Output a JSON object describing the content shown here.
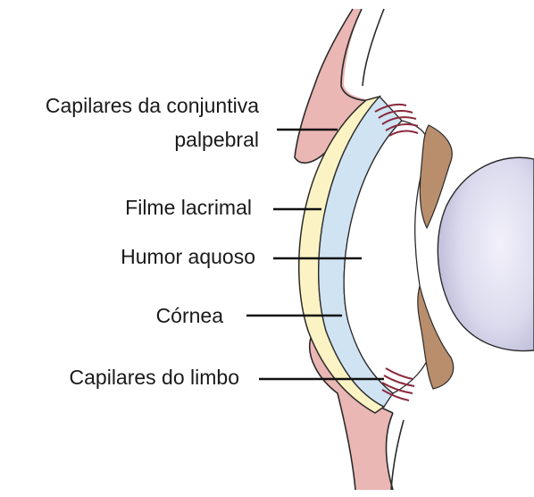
{
  "labels": {
    "conjunctival_capillaries_line1": "Capilares da conjuntiva",
    "conjunctival_capillaries_line2": "palpebral",
    "tear_film": "Filme lacrimal",
    "aqueous_humor": "Humor aquoso",
    "cornea": "Córnea",
    "limbal_capillaries": "Capilares do limbo"
  },
  "colors": {
    "eyelid": "#eab7b4",
    "eyelid_outline": "#2a2a2a",
    "tear_film": "#fbf3c4",
    "cornea": "#cfe3f3",
    "iris": "#b98e6d",
    "lens": "#d9d8ec",
    "capillaries": "#8a2a3c",
    "leader_line": "#111111"
  }
}
